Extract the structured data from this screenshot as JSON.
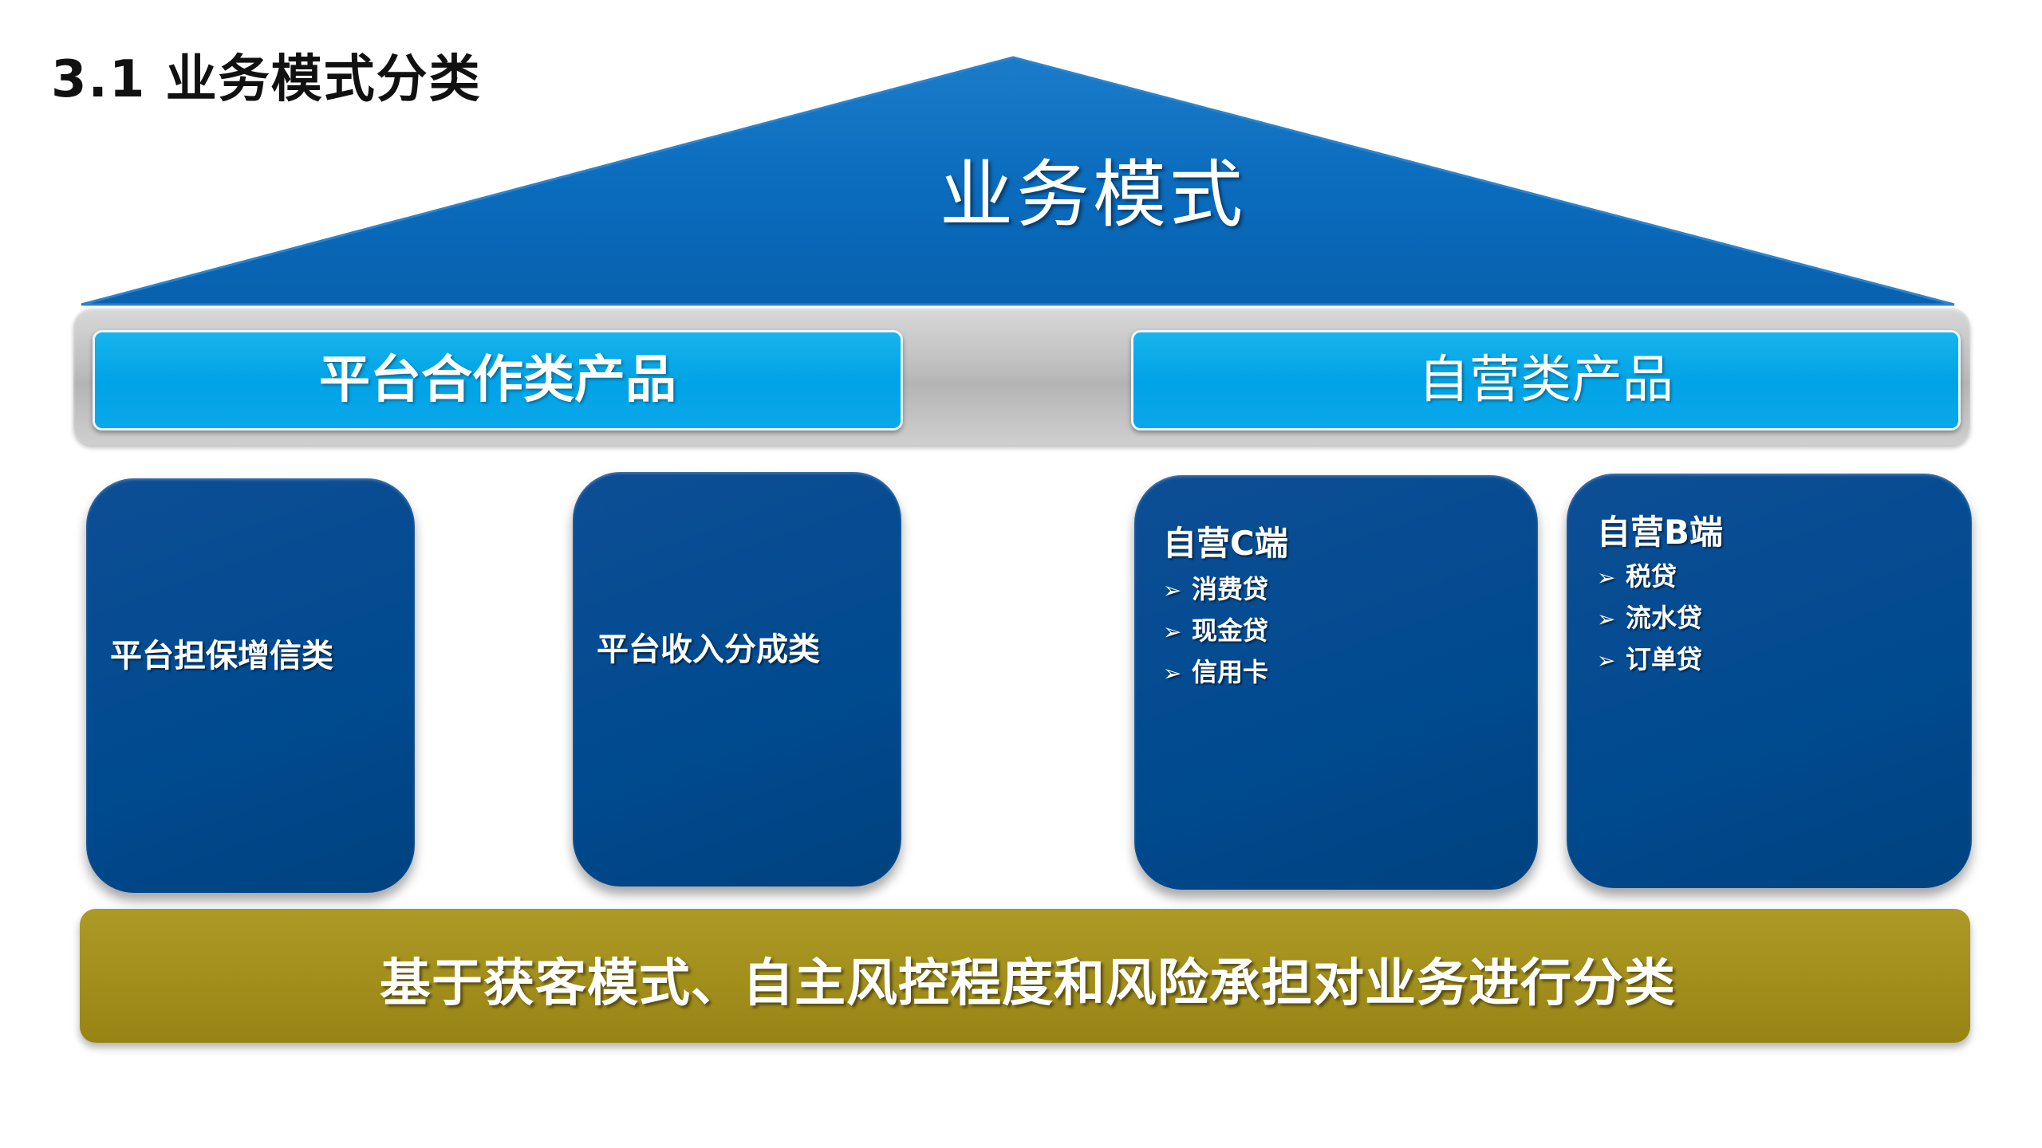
{
  "heading": "3.1  业务模式分类",
  "roof": {
    "title": "业务模式"
  },
  "categories": {
    "left": "平台合作类产品",
    "right": "自营类产品"
  },
  "pillars": [
    {
      "label": "平台担保增信类"
    },
    {
      "label": "平台收入分成类"
    },
    {
      "title": "自营C端",
      "items": [
        "消费贷",
        "现金贷",
        "信用卡"
      ]
    },
    {
      "title": "自营B端",
      "items": [
        "税贷",
        "流水贷",
        "订单贷"
      ]
    }
  ],
  "foundation": {
    "text": "基于获客模式、自主风控程度和风险承担对业务进行分类"
  },
  "colors": {
    "roof": "#0a6bbd",
    "category": "#00a3e6",
    "pillar": "#004a8f",
    "beam": "#bdbdbd",
    "foundation": "#a28f1c"
  }
}
